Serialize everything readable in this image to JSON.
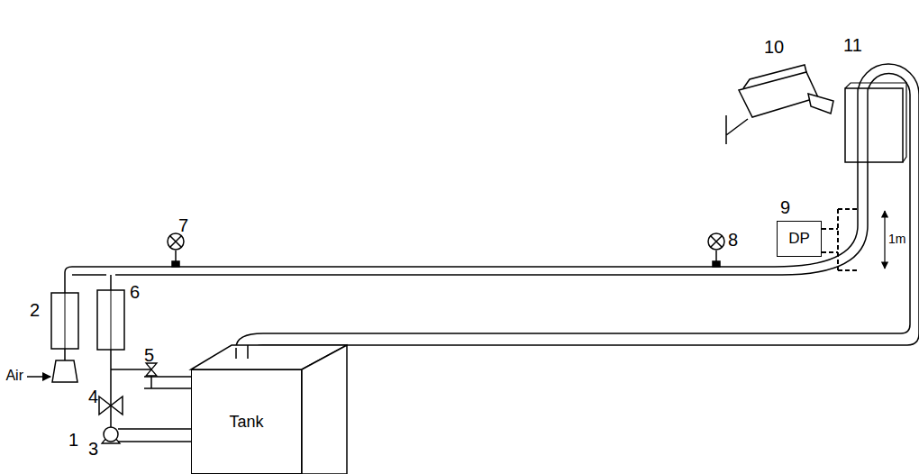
{
  "diagram": {
    "nodes": [
      {
        "text": [
          "DP"
        ]
      },
      {
        "text": [
          "Tank"
        ]
      }
    ],
    "labels": [
      "10",
      "11",
      "9",
      "1m",
      "7",
      "8",
      "6",
      "2",
      "5",
      "4",
      "Air",
      "1",
      "3"
    ]
  }
}
